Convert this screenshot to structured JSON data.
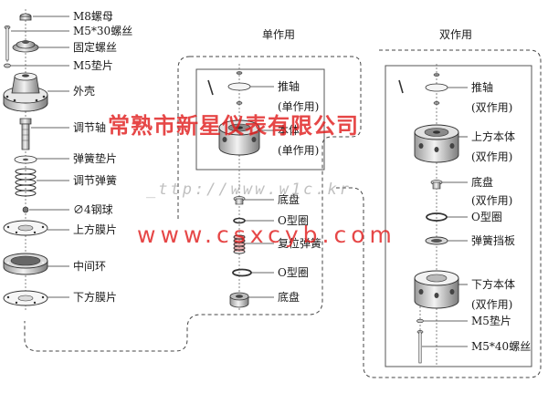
{
  "headers": {
    "single": "单作用",
    "double": "双作用"
  },
  "left_parts": [
    "M8螺母",
    "M5*30螺丝",
    "固定螺丝",
    "M5垫片",
    "外壳",
    "调节轴",
    "弹簧垫片",
    "调节弹簧",
    "∅4钢球",
    "上方膜片",
    "中间环",
    "下方膜片"
  ],
  "single_parts": {
    "push_shaft": "推轴",
    "push_shaft_note": "(单作用)",
    "body": "本体",
    "body_note": "(单作用)",
    "bottom_plate": "底盘",
    "o_ring_1": "O型圈",
    "return_spring": "复位弹簧",
    "o_ring_2": "O型圈",
    "bottom_plate_2": "底盘"
  },
  "double_parts": {
    "push_shaft": "推轴",
    "push_shaft_note": "(双作用)",
    "upper_body": "上方本体",
    "upper_body_note": "(双作用)",
    "bottom_plate": "底盘",
    "bottom_plate_note": "(双作用)",
    "o_ring": "O型圈",
    "spring_retainer": "弹簧挡板",
    "lower_body": "下方本体",
    "lower_body_note": "(双作用)",
    "washer": "M5垫片",
    "screw": "M5*40螺丝"
  },
  "watermarks": {
    "company": "常熟市新星仪表有限公司",
    "site": "www.csxcyb.com",
    "url_faint": "_ttp://www.w1c.kr"
  },
  "colors": {
    "line": "#333333",
    "watermark_red": "#e11e1e"
  }
}
